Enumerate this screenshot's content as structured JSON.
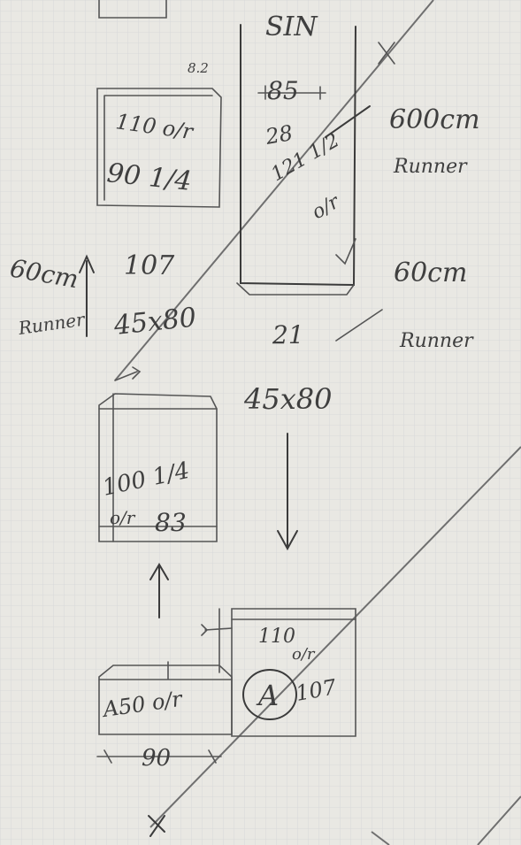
{
  "labels": {
    "sink": "SIN",
    "top_dim": "85",
    "cab1_a": "110 o/r",
    "cab1_b": "90 1/4",
    "col_a": "28",
    "col_b": "121 1/2",
    "col_c": "o/r",
    "runner1_len": "600cm",
    "runner1_word": "Runner",
    "runner2_len": "60cm",
    "runner2_word": "Runner",
    "runner3_len": "60cm",
    "runner3_word": "Runner",
    "dim_107_left": "107",
    "dim_45x80_left": "45x80",
    "dim_21": "21",
    "dim_45x80_right": "45x80",
    "cab2_a": "100 1/4",
    "cab2_b": "o/r",
    "cab2_c": "83",
    "cab3_a": "110",
    "cab3_b": "o/r",
    "cab3_c": "107",
    "circle_label": "A",
    "cab4_a": "A50 o/r",
    "bottom_dim": "90",
    "small_mark": "8.2"
  }
}
